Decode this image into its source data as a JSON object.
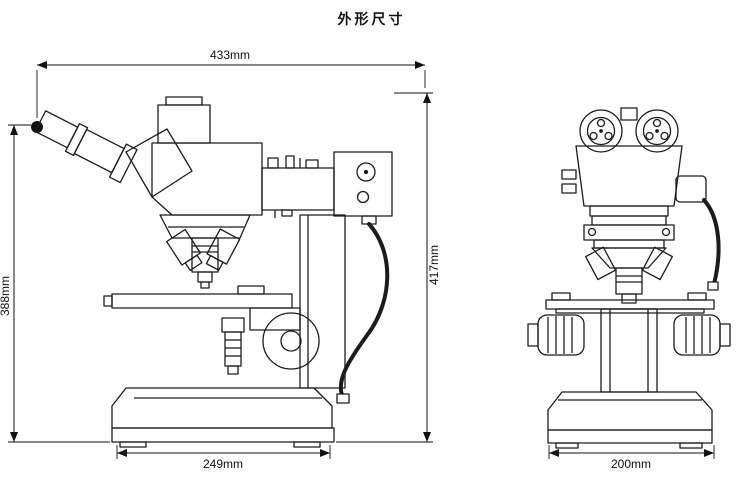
{
  "title": "外形尺寸",
  "dimensions": {
    "side_total_width": "433mm",
    "side_height_left": "388mm",
    "side_height_right": "417mm",
    "side_base_width": "249mm",
    "front_base_width": "200mm"
  }
}
